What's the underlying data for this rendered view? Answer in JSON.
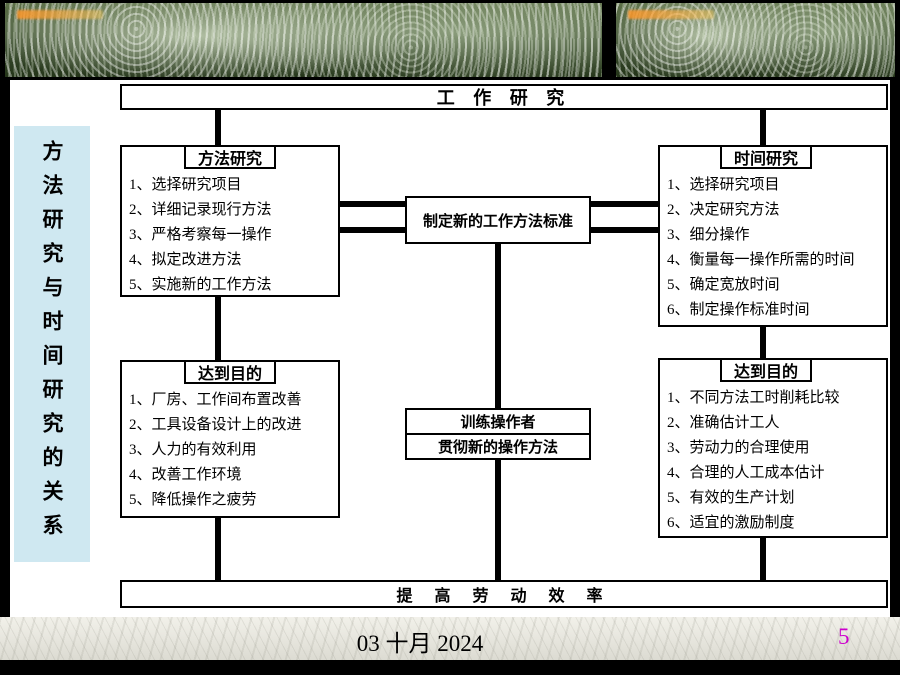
{
  "title": "工 作 研 究",
  "side_label": "方法研究与时间研究的关系",
  "method_study": {
    "header": "方法研究",
    "items": [
      "1、选择研究项目",
      "2、详细记录现行方法",
      "3、严格考察每一操作",
      "4、拟定改进方法",
      "5、实施新的工作方法"
    ]
  },
  "time_study": {
    "header": "时间研究",
    "items": [
      "1、选择研究项目",
      "2、决定研究方法",
      "3、细分操作",
      "4、衡量每一操作所需的时间",
      "5、确定宽放时间",
      "6、制定操作标准时间"
    ]
  },
  "center_box": "制定新的工作方法标准",
  "train_box": {
    "line1": "训练操作者",
    "line2": "贯彻新的操作方法"
  },
  "method_goals": {
    "header": "达到目的",
    "items": [
      "1、厂房、工作间布置改善",
      "2、工具设备设计上的改进",
      "3、人力的有效利用",
      "4、改善工作环境",
      "5、降低操作之疲劳"
    ]
  },
  "time_goals": {
    "header": "达到目的",
    "items": [
      "1、不同方法工时削耗比较",
      "2、准确估计工人",
      "3、劳动力的合理使用",
      "4、合理的人工成本估计",
      "5、有效的生产计划",
      "6、适宜的激励制度"
    ]
  },
  "bottom_bar": "提 高 劳 动 效 率",
  "footer": {
    "date": "03 十月 2024",
    "page_number": "5"
  },
  "colors": {
    "page_number": "#cc00cc",
    "side_label_bg": "#cfe8f1",
    "line": "#000000"
  }
}
